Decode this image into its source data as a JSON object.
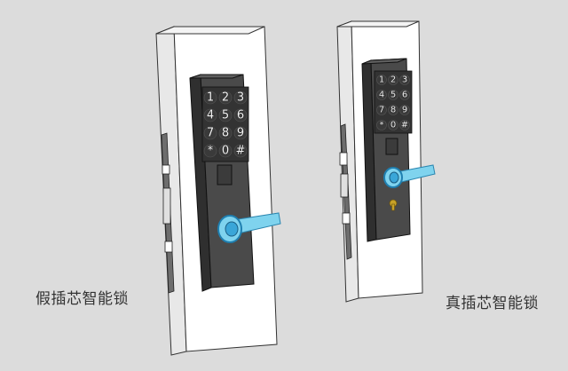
{
  "labels": {
    "left": "假插芯智能锁",
    "right": "真插芯智能锁"
  },
  "keypad_keys": [
    "1",
    "2",
    "3",
    "4",
    "5",
    "6",
    "7",
    "8",
    "9",
    "*",
    "0",
    "#"
  ],
  "colors": {
    "background": "#dcdcdc",
    "door": "#ffffff",
    "lock_body": "#4a4a4a",
    "handle": "#7fd3ee",
    "handle_ring": "#3aa6d8",
    "keyhole": "#c8a227"
  }
}
